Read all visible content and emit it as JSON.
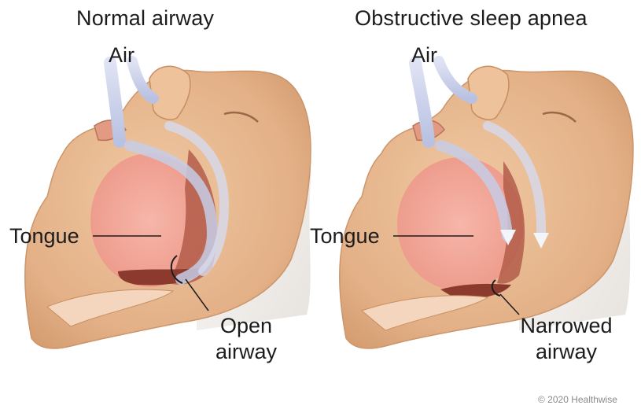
{
  "panels": [
    {
      "title": "Normal airway",
      "air_label": "Air",
      "tongue_label": "Tongue",
      "airway_label_line1": "Open",
      "airway_label_line2": "airway"
    },
    {
      "title": "Obstructive sleep apnea",
      "air_label": "Air",
      "tongue_label": "Tongue",
      "airway_label_line1": "Narrowed",
      "airway_label_line2": "airway"
    }
  ],
  "credit": "© 2020 Healthwise",
  "colors": {
    "skin": "#e7b98f",
    "skin_dark": "#c98e62",
    "tongue": "#f1a69a",
    "throat": "#a65040",
    "air_arrow": "#c9cfe8",
    "pillow": "#f2f0ee"
  }
}
